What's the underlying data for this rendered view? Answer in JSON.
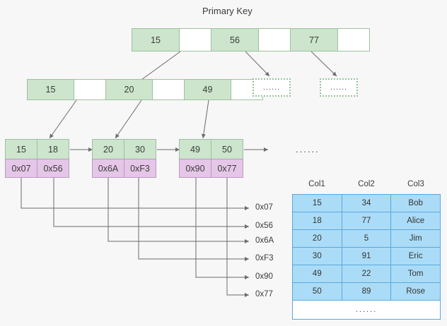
{
  "title": "Primary Key",
  "colors": {
    "key_fill": "#cce5cc",
    "key_border": "#9fbf9f",
    "addr_fill": "#e6c6e8",
    "addr_border": "#b79bbc",
    "table_fill": "#abdcf7",
    "table_border": "#5ba7dd",
    "background": "#f7f7f7",
    "line": "#6b6b6b"
  },
  "tree": {
    "root": {
      "cells": [
        {
          "text": "15",
          "type": "key"
        },
        {
          "text": "",
          "type": "ptr"
        },
        {
          "text": "56",
          "type": "key"
        },
        {
          "text": "",
          "type": "ptr"
        },
        {
          "text": "77",
          "type": "key"
        },
        {
          "text": "",
          "type": "ptr"
        }
      ]
    },
    "internal": {
      "cells": [
        {
          "text": "15",
          "type": "key"
        },
        {
          "text": "",
          "type": "ptr"
        },
        {
          "text": "20",
          "type": "key"
        },
        {
          "text": "",
          "type": "ptr"
        },
        {
          "text": "49",
          "type": "key"
        },
        {
          "text": "",
          "type": "ptr"
        }
      ]
    },
    "ellipsis_nodes": [
      {
        "text": "......"
      },
      {
        "text": "......"
      }
    ],
    "leaves": [
      {
        "keys": [
          "15",
          "18"
        ],
        "addrs": [
          "0x07",
          "0x56"
        ]
      },
      {
        "keys": [
          "20",
          "30"
        ],
        "addrs": [
          "0x6A",
          "0xF3"
        ]
      },
      {
        "keys": [
          "49",
          "50"
        ],
        "addrs": [
          "0x90",
          "0x77"
        ]
      }
    ],
    "leaf_chain_ellipsis": "......"
  },
  "pointer_labels": [
    "0x07",
    "0x56",
    "0x6A",
    "0xF3",
    "0x90",
    "0x77"
  ],
  "table": {
    "headers": [
      "Col1",
      "Col2",
      "Col3"
    ],
    "rows": [
      [
        "15",
        "34",
        "Bob"
      ],
      [
        "18",
        "77",
        "Alice"
      ],
      [
        "20",
        "5",
        "Jim"
      ],
      [
        "30",
        "91",
        "Eric"
      ],
      [
        "49",
        "22",
        "Tom"
      ],
      [
        "50",
        "89",
        "Rose"
      ]
    ],
    "more_row": "......"
  }
}
